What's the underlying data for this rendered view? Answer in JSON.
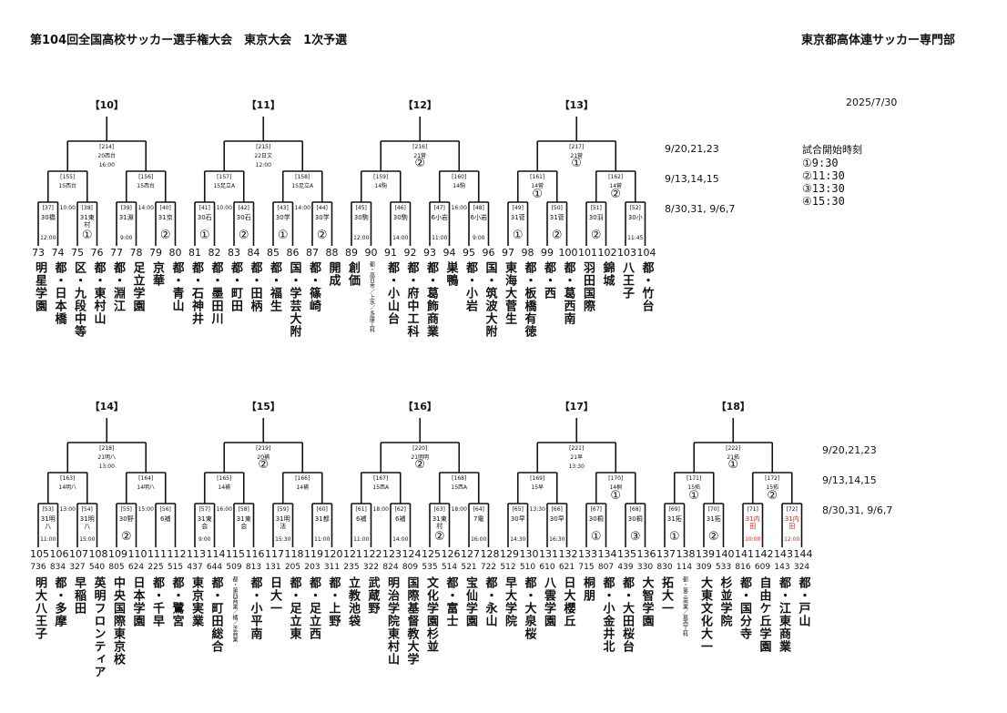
{
  "header": {
    "title": "第104回全国高校サッカー選手権大会　東京大会　1次予選",
    "org": "東京都高体連サッカー専門部",
    "date": "2025/7/30"
  },
  "schedule": {
    "top": [
      "9/20,21,23",
      "9/13,14,15",
      "8/30,31, 9/6,7"
    ],
    "bottom": [
      "9/20,21,23",
      "9/13,14,15",
      "8/30,31, 9/6,7"
    ]
  },
  "start_times": {
    "title": "試合開始時刻",
    "items": [
      "①9:30",
      "②11:30",
      "③13:30",
      "④15:30"
    ]
  },
  "blocks": [
    {
      "label": "【10】",
      "final": {
        "num": "[214]",
        "venue": "20西台",
        "time": "16:00",
        "circle": ""
      },
      "semis": [
        {
          "num": "[155]",
          "venue": "15西台",
          "time": "",
          "circle": ""
        },
        {
          "num": "[156]",
          "venue": "15西台",
          "time": "",
          "circle": ""
        }
      ],
      "r1": [
        {
          "num": "[37]",
          "venue": "30橋",
          "time": "12:00",
          "circle": "",
          "red": false
        },
        {
          "num": "[38]",
          "venue": "31東村",
          "time": "",
          "circle": "①",
          "red": false
        },
        {
          "num": "[39]",
          "venue": "31淵",
          "time": "9:00",
          "circle": "",
          "red": false
        },
        {
          "num": "[40]",
          "venue": "31京",
          "time": "",
          "circle": "②",
          "red": false
        }
      ],
      "mid_times": [
        "10:00",
        "14:00"
      ],
      "seeds": [
        "73",
        "74",
        "75",
        "76",
        "77",
        "78",
        "79",
        "80"
      ],
      "codes": [
        "",
        "",
        "",
        "",
        "",
        "",
        "",
        ""
      ],
      "teams": [
        "明星学園",
        "都・日本橋",
        "区・九段中等",
        "都・東村山",
        "都・淵江",
        "足立学園",
        "京華",
        "都・青山"
      ],
      "small": [
        false,
        false,
        false,
        false,
        false,
        false,
        false,
        false
      ]
    },
    {
      "label": "【11】",
      "final": {
        "num": "[215]",
        "venue": "22日文",
        "time": "12:00",
        "circle": ""
      },
      "semis": [
        {
          "num": "[157]",
          "venue": "15足立A",
          "time": "",
          "circle": ""
        },
        {
          "num": "[158]",
          "venue": "15足立A",
          "time": "",
          "circle": ""
        }
      ],
      "r1": [
        {
          "num": "[41]",
          "venue": "30石",
          "time": "",
          "circle": "①",
          "red": false
        },
        {
          "num": "[42]",
          "venue": "30石",
          "time": "",
          "circle": "②",
          "red": false
        },
        {
          "num": "[43]",
          "venue": "30学",
          "time": "",
          "circle": "①",
          "red": false
        },
        {
          "num": "[44]",
          "venue": "30学",
          "time": "",
          "circle": "②",
          "red": false
        }
      ],
      "mid_times": [
        "10:00",
        "14:00"
      ],
      "seeds": [
        "81",
        "82",
        "83",
        "84",
        "85",
        "86",
        "87",
        "88"
      ],
      "codes": [
        "",
        "",
        "",
        "",
        "",
        "",
        "",
        ""
      ],
      "teams": [
        "都・石神井",
        "都・墨田川",
        "都・町田",
        "都・田柄",
        "都・福生",
        "国・学芸大附",
        "都・篠崎",
        "開成"
      ],
      "small": [
        false,
        false,
        false,
        false,
        false,
        false,
        false,
        false
      ]
    },
    {
      "label": "【12】",
      "final": {
        "num": "[216]",
        "venue": "21菅",
        "time": "",
        "circle": "②"
      },
      "semis": [
        {
          "num": "[159]",
          "venue": "14駒",
          "time": "",
          "circle": ""
        },
        {
          "num": "[160]",
          "venue": "14駒",
          "time": "",
          "circle": ""
        }
      ],
      "r1": [
        {
          "num": "[45]",
          "venue": "30駒",
          "time": "12:00",
          "circle": "",
          "red": false
        },
        {
          "num": "[46]",
          "venue": "30駒",
          "time": "14:00",
          "circle": "",
          "red": false
        },
        {
          "num": "[47]",
          "venue": "6小岩",
          "time": "11:00",
          "circle": "",
          "red": false
        },
        {
          "num": "[48]",
          "venue": "6小岩",
          "time": "9:00",
          "circle": "",
          "red": false
        }
      ],
      "mid_times": [
        "",
        "16:00"
      ],
      "seeds": [
        "89",
        "90",
        "91",
        "92",
        "93",
        "94",
        "95",
        "96"
      ],
      "codes": [
        "",
        "",
        "",
        "",
        "",
        "",
        "",
        ""
      ],
      "teams": [
        "創価",
        "都・高日市／上水／多摩工科",
        "都・小山台",
        "都・府中工科",
        "都・葛飾商業",
        "巣鴨",
        "都・小岩",
        "国・筑波大附"
      ],
      "small": [
        false,
        true,
        false,
        false,
        false,
        false,
        false,
        false
      ]
    },
    {
      "label": "【13】",
      "final": {
        "num": "[217]",
        "venue": "21菅",
        "time": "",
        "circle": "①"
      },
      "semis": [
        {
          "num": "[161]",
          "venue": "14菅",
          "time": "",
          "circle": "①"
        },
        {
          "num": "[162]",
          "venue": "14菅",
          "time": "",
          "circle": "②"
        }
      ],
      "r1": [
        {
          "num": "[49]",
          "venue": "31菅",
          "time": "",
          "circle": "①",
          "red": false
        },
        {
          "num": "[50]",
          "venue": "31菅",
          "time": "",
          "circle": "②",
          "red": false
        },
        {
          "num": "[51]",
          "venue": "30羽",
          "time": "",
          "circle": "②",
          "red": false
        },
        {
          "num": "[52]",
          "venue": "30小",
          "time": "11:45",
          "circle": "",
          "red": false
        }
      ],
      "mid_times": [
        "",
        ""
      ],
      "seeds": [
        "97",
        "98",
        "99",
        "100",
        "101",
        "102",
        "103",
        "104"
      ],
      "codes": [
        "",
        "",
        "",
        "",
        "",
        "",
        "",
        ""
      ],
      "teams": [
        "東海大菅生",
        "都・板橋有徳",
        "都・西",
        "都・葛西南",
        "羽田国際",
        "錦城",
        "八王子",
        "都・竹台"
      ],
      "small": [
        false,
        false,
        false,
        false,
        false,
        false,
        false,
        false
      ]
    },
    {
      "label": "【14】",
      "final": {
        "num": "[218]",
        "venue": "21明八",
        "time": "13:00",
        "circle": ""
      },
      "semis": [
        {
          "num": "[163]",
          "venue": "14明八",
          "time": "",
          "circle": ""
        },
        {
          "num": "[164]",
          "venue": "14明八",
          "time": "",
          "circle": ""
        }
      ],
      "r1": [
        {
          "num": "[53]",
          "venue": "31明八",
          "time": "11:00",
          "circle": "",
          "red": false
        },
        {
          "num": "[54]",
          "venue": "31明八",
          "time": "15:00",
          "circle": "",
          "red": false
        },
        {
          "num": "[55]",
          "venue": "30野",
          "time": "",
          "circle": "②",
          "red": false
        },
        {
          "num": "[56]",
          "venue": "6補",
          "time": "",
          "circle": "",
          "red": false
        }
      ],
      "mid_times": [
        "13:00",
        "15:00"
      ],
      "seeds": [
        "105",
        "106",
        "107",
        "108",
        "109",
        "110",
        "111",
        "112"
      ],
      "codes": [
        "736",
        "834",
        "327",
        "540",
        "805",
        "624",
        "225",
        "515"
      ],
      "teams": [
        "明大八王子",
        "都・多摩",
        "早稲田",
        "英明フロンティア",
        "中央国際東京校",
        "日本学園",
        "都・千早",
        "都・鷺宮"
      ],
      "small": [
        false,
        false,
        false,
        false,
        false,
        false,
        false,
        false
      ]
    },
    {
      "label": "【15】",
      "final": {
        "num": "[219]",
        "venue": "20補",
        "time": "",
        "circle": "②"
      },
      "semis": [
        {
          "num": "[165]",
          "venue": "14補",
          "time": "",
          "circle": ""
        },
        {
          "num": "[166]",
          "venue": "14補",
          "time": "",
          "circle": ""
        }
      ],
      "r1": [
        {
          "num": "[57]",
          "venue": "31東会",
          "time": "9:00",
          "circle": "",
          "red": false
        },
        {
          "num": "[58]",
          "venue": "31東会",
          "time": "",
          "circle": "",
          "red": false
        },
        {
          "num": "[59]",
          "venue": "31明法",
          "time": "15:30",
          "circle": "",
          "red": false
        },
        {
          "num": "[60]",
          "venue": "31都",
          "time": "11:00",
          "circle": "",
          "red": false
        }
      ],
      "mid_times": [
        "16:00",
        ""
      ],
      "seeds": [
        "113",
        "114",
        "115",
        "116",
        "117",
        "118",
        "119",
        "120"
      ],
      "codes": [
        "437",
        "644",
        "509",
        "813",
        "131",
        "205",
        "203",
        "311"
      ],
      "teams": [
        "東京実業",
        "都・町田総合",
        "都・第四商業／橘／芝商業",
        "都・小平南",
        "日大一",
        "都・足立東",
        "都・足立西",
        "都・上野"
      ],
      "small": [
        false,
        false,
        true,
        false,
        false,
        false,
        false,
        false
      ]
    },
    {
      "label": "【16】",
      "final": {
        "num": "[220]",
        "venue": "21明明",
        "time": "",
        "circle": "②"
      },
      "semis": [
        {
          "num": "[167]",
          "venue": "15西A",
          "time": "",
          "circle": ""
        },
        {
          "num": "[168]",
          "venue": "15西A",
          "time": "",
          "circle": ""
        }
      ],
      "r1": [
        {
          "num": "[61]",
          "venue": "6補",
          "time": "11:00",
          "circle": "",
          "red": false
        },
        {
          "num": "[62]",
          "venue": "6補",
          "time": "14:00",
          "circle": "",
          "red": false
        },
        {
          "num": "[63]",
          "venue": "31東村",
          "time": "",
          "circle": "②",
          "red": false
        },
        {
          "num": "[64]",
          "venue": "7電",
          "time": "16:00",
          "circle": "",
          "red": false
        }
      ],
      "mid_times": [
        "18:00",
        "18:00"
      ],
      "seeds": [
        "121",
        "122",
        "123",
        "124",
        "125",
        "126",
        "127",
        "128"
      ],
      "codes": [
        "235",
        "322",
        "824",
        "809",
        "535",
        "514",
        "521",
        "722"
      ],
      "teams": [
        "立教池袋",
        "武蔵野",
        "明治学院東村山",
        "国際基督教大学",
        "文化学園杉並",
        "都・富士",
        "宝仙学園",
        "都・永山"
      ],
      "small": [
        false,
        false,
        false,
        false,
        false,
        false,
        false,
        false
      ]
    },
    {
      "label": "【17】",
      "final": {
        "num": "[221]",
        "venue": "21早",
        "time": "13:30",
        "circle": ""
      },
      "semis": [
        {
          "num": "[169]",
          "venue": "15早",
          "time": "",
          "circle": ""
        },
        {
          "num": "[170]",
          "venue": "14桐",
          "time": "",
          "circle": "①"
        }
      ],
      "r1": [
        {
          "num": "[65]",
          "venue": "30早",
          "time": "14:30",
          "circle": "",
          "red": false
        },
        {
          "num": "[66]",
          "venue": "30早",
          "time": "16:30",
          "circle": "",
          "red": false
        },
        {
          "num": "[67]",
          "venue": "30桐",
          "time": "",
          "circle": "①",
          "red": false
        },
        {
          "num": "[68]",
          "venue": "30桐",
          "time": "",
          "circle": "③",
          "red": false
        }
      ],
      "mid_times": [
        "13:30",
        ""
      ],
      "seeds": [
        "129",
        "130",
        "131",
        "132",
        "133",
        "134",
        "135",
        "136"
      ],
      "codes": [
        "512",
        "510",
        "610",
        "621",
        "715",
        "807",
        "439",
        "330"
      ],
      "teams": [
        "早大学院",
        "都・大泉桜",
        "八雲学園",
        "日大櫻丘",
        "桐朋",
        "都・小金井北",
        "都・大田桜台",
        "大智学園"
      ],
      "small": [
        false,
        false,
        false,
        false,
        false,
        false,
        false,
        false
      ]
    },
    {
      "label": "【18】",
      "final": {
        "num": "[222]",
        "venue": "21拓",
        "time": "",
        "circle": "①"
      },
      "semis": [
        {
          "num": "[171]",
          "venue": "15拓",
          "time": "",
          "circle": "①"
        },
        {
          "num": "[172]",
          "venue": "15拓",
          "time": "",
          "circle": "②"
        }
      ],
      "r1": [
        {
          "num": "[69]",
          "venue": "31拓",
          "time": "",
          "circle": "①",
          "red": false
        },
        {
          "num": "[70]",
          "venue": "31拓",
          "time": "",
          "circle": "②",
          "red": false
        },
        {
          "num": "[71]",
          "venue": "31内田",
          "time": "10:00",
          "circle": "",
          "red": true
        },
        {
          "num": "[72]",
          "venue": "31内田",
          "time": "12:00",
          "circle": "",
          "red": true
        }
      ],
      "mid_times": [
        "",
        ""
      ],
      "seeds": [
        "137",
        "138",
        "139",
        "140",
        "141",
        "142",
        "143",
        "144"
      ],
      "codes": [
        "830",
        "114",
        "309",
        "533",
        "816",
        "609",
        "143",
        "324"
      ],
      "teams": [
        "拓大一",
        "都・第三商業／葛西工科",
        "大東文化大一",
        "杉並学院",
        "都・国分寺",
        "自由ケ丘学園",
        "都・江東商業",
        "都・戸山"
      ],
      "small": [
        false,
        true,
        false,
        false,
        false,
        false,
        false,
        false
      ]
    }
  ]
}
